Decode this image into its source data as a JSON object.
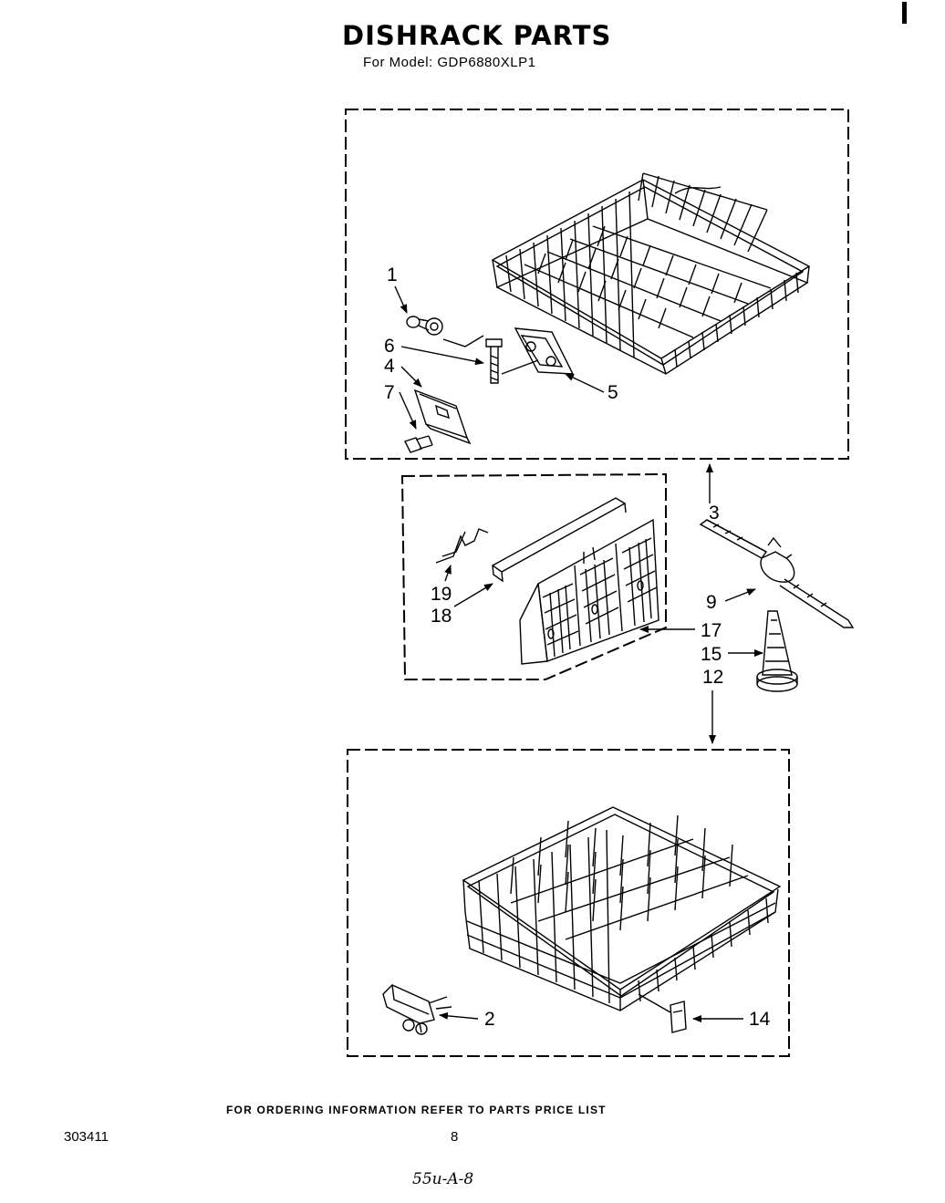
{
  "header": {
    "title": "DISHRACK PARTS",
    "model_line": "For Model: GDP6880XLP1"
  },
  "callouts": {
    "p1": "1",
    "p6": "6",
    "p4": "4",
    "p7": "7",
    "p5": "5",
    "p3": "3",
    "p19": "19",
    "p18": "18",
    "p9": "9",
    "p17": "17",
    "p15": "15",
    "p12": "12",
    "p2": "2",
    "p14": "14"
  },
  "footer": {
    "ordering_note": "FOR ORDERING INFORMATION REFER TO PARTS PRICE LIST",
    "doc_number": "303411",
    "page_number": "8",
    "handwritten_note": "55u-A-8"
  }
}
